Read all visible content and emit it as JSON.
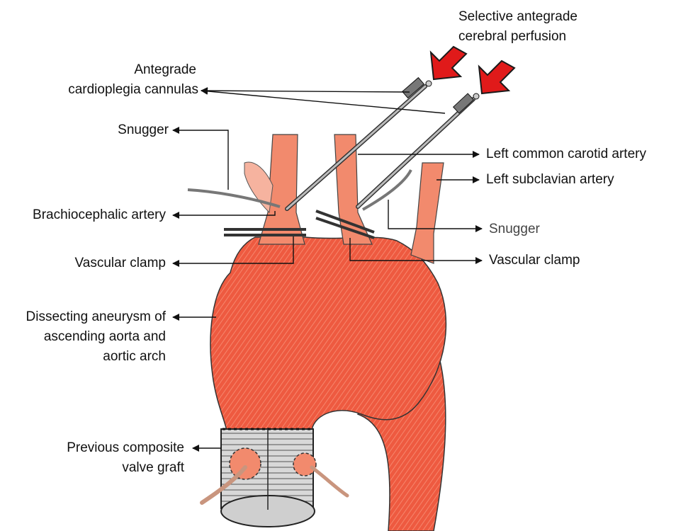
{
  "labels": {
    "selective_perfusion": [
      "Selective antegrade",
      "cerebral perfusion"
    ],
    "cardioplegia": [
      "Antegrade",
      "cardioplegia cannulas"
    ],
    "snugger_left": "Snugger",
    "brachiocephalic": "Brachiocephalic artery",
    "clamp_left": "Vascular clamp",
    "aneurysm": [
      "Dissecting aneurysm of",
      "ascending aorta and",
      "aortic arch"
    ],
    "composite_graft": [
      "Previous composite",
      "valve graft"
    ],
    "left_carotid": "Left common carotid artery",
    "left_subclavian": "Left subclavian artery",
    "snugger_right": "Snugger",
    "clamp_right": "Vascular clamp"
  },
  "colors": {
    "aorta": "#ee5a40",
    "aorta_dark": "#d9432c",
    "perfusion_arrow": "#e01a1a",
    "leader": "#111111"
  }
}
